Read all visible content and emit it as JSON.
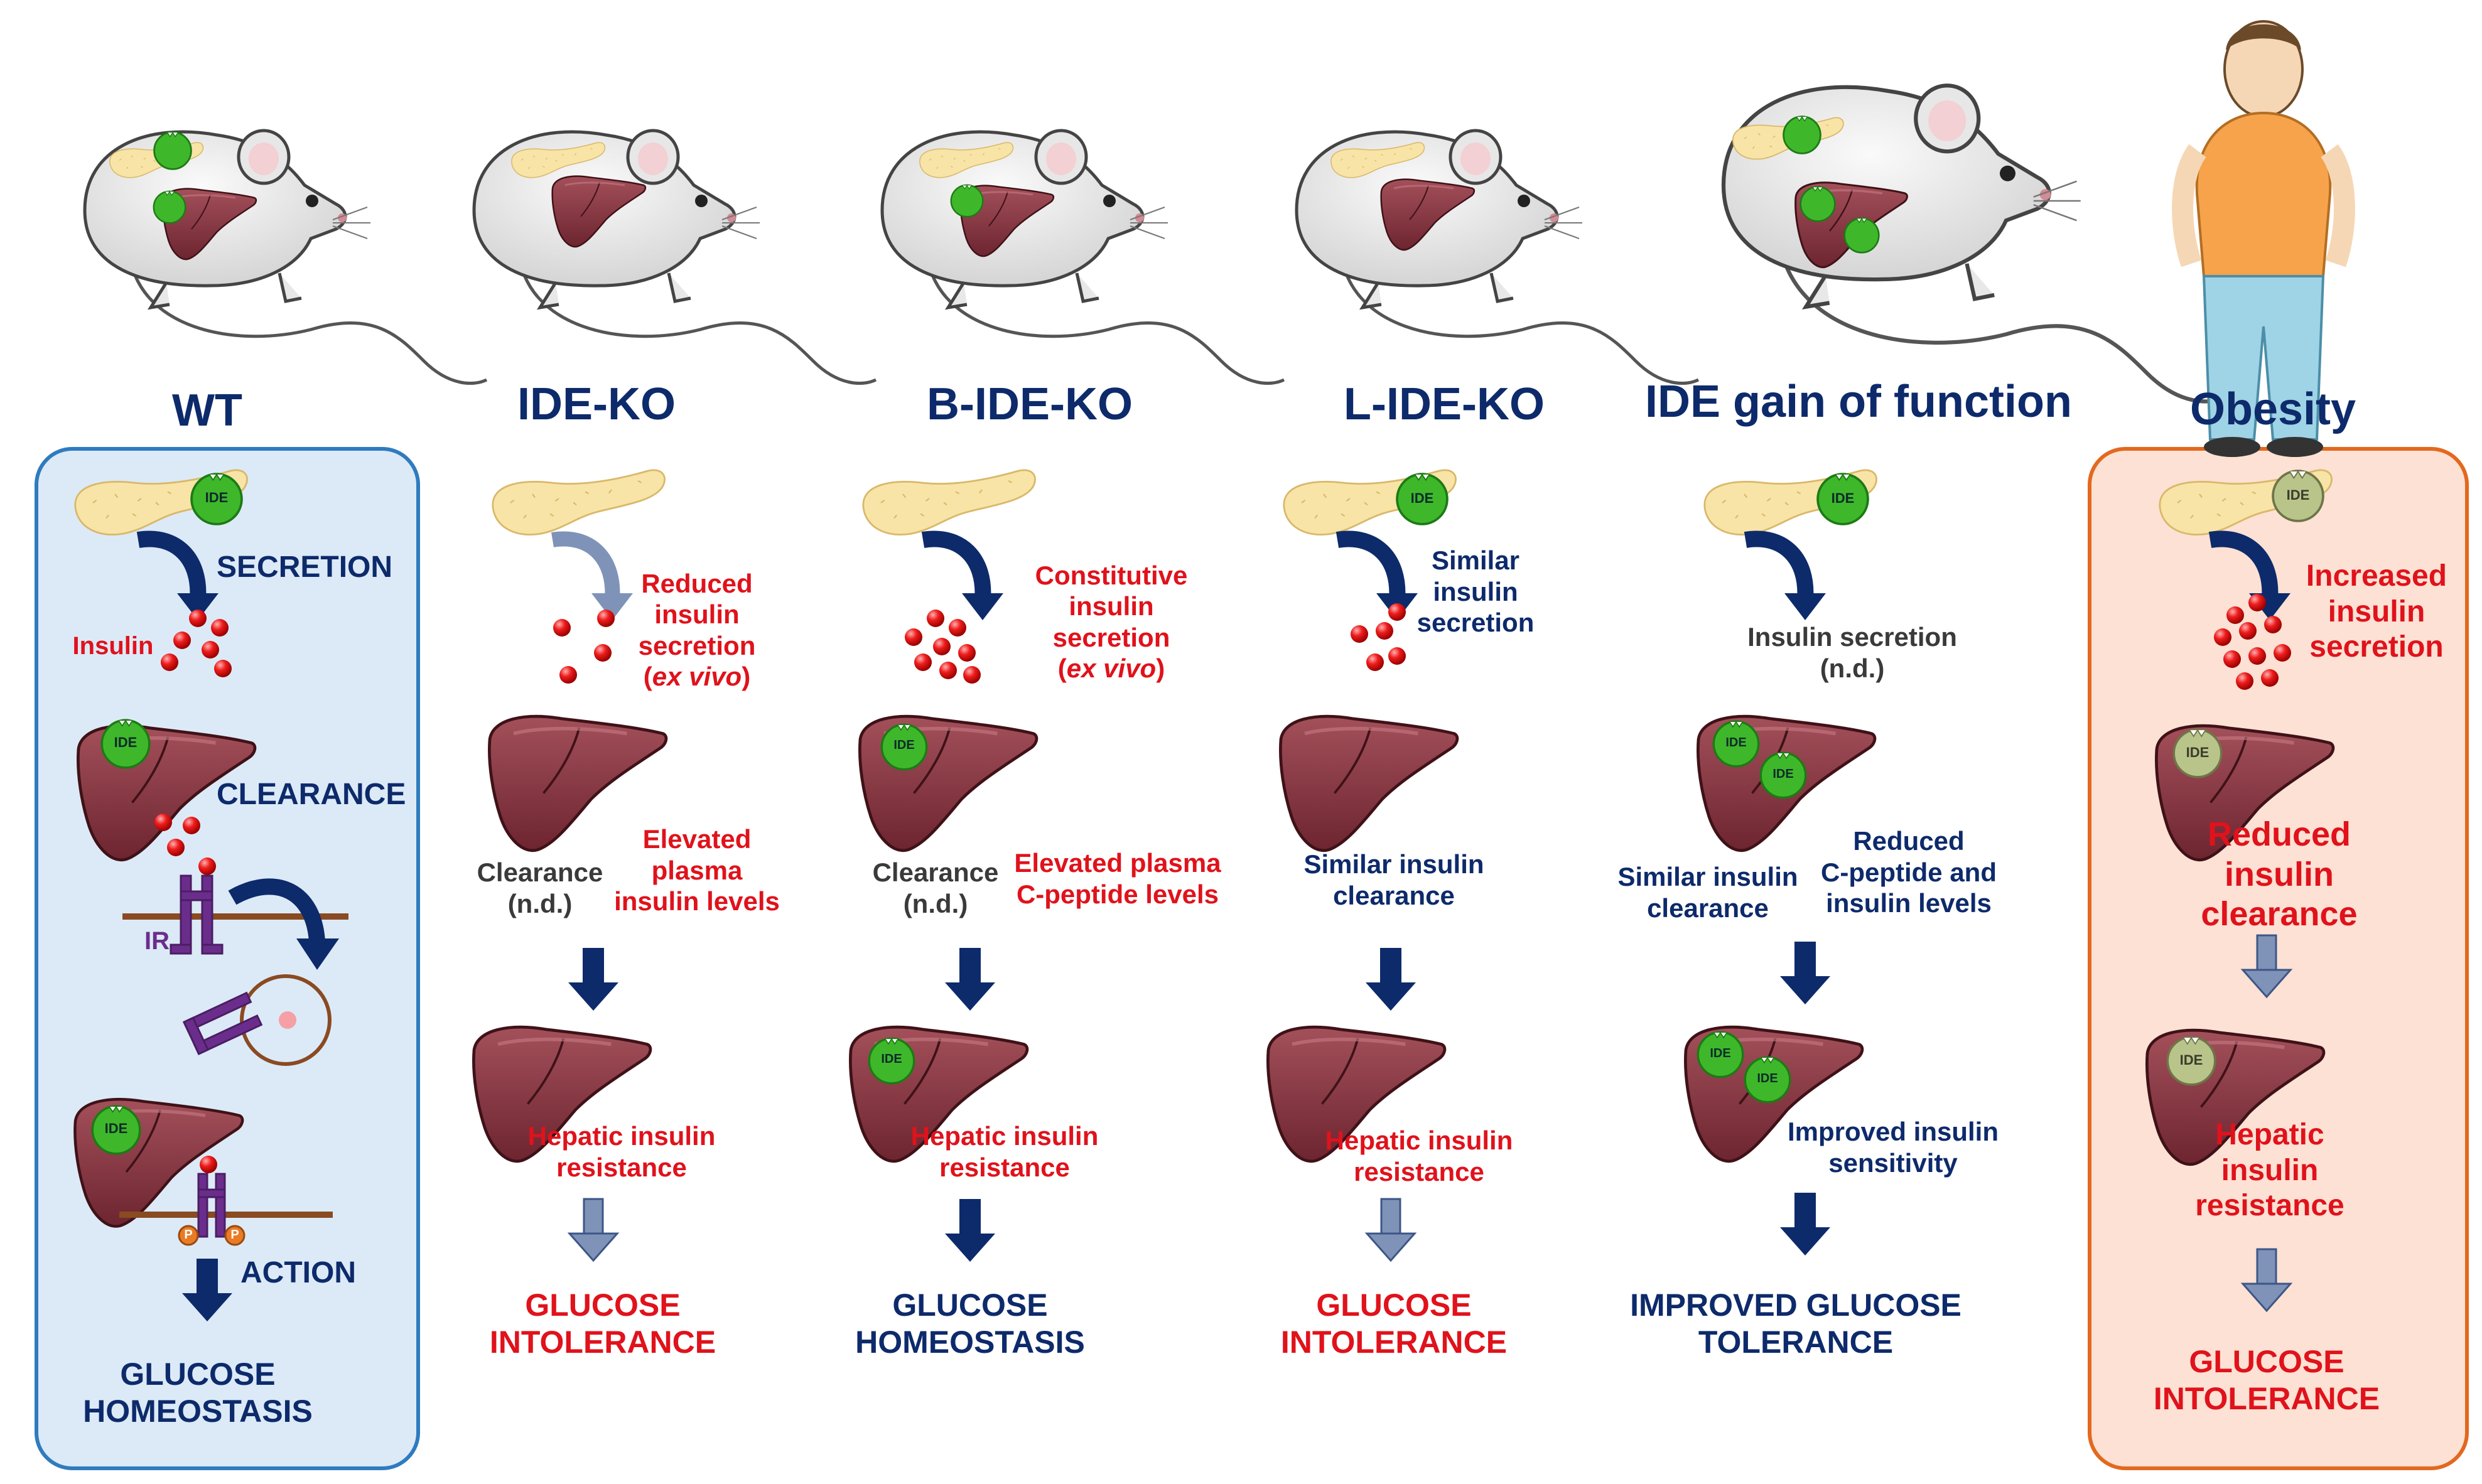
{
  "columns": [
    {
      "title": "WT"
    },
    {
      "title": "IDE-KO"
    },
    {
      "title": "B-IDE-KO"
    },
    {
      "title": "L-IDE-KO"
    },
    {
      "title": "IDE gain of function"
    },
    {
      "title": "Obesity"
    }
  ],
  "ide_label": "IDE",
  "wt": {
    "secretion": "SECRETION",
    "insulin": "Insulin",
    "clearance": "CLEARANCE",
    "ir": "IR",
    "p": "P",
    "action": "ACTION",
    "outcome": "GLUCOSE\nHOMEOSTASIS"
  },
  "ide_ko": {
    "secretion_a": "Reduced\ninsulin\nsecretion",
    "secretion_b": "ex vivo",
    "clearance_grey": "Clearance\n(n.d.)",
    "clearance_red": "Elevated\nplasma\ninsulin levels",
    "hepatic": "Hepatic insulin\nresistance",
    "outcome": "GLUCOSE\nINTOLERANCE"
  },
  "b_ide_ko": {
    "secretion_a": "Constitutive\ninsulin\nsecretion",
    "secretion_b": "ex vivo",
    "clearance_grey": "Clearance\n(n.d.)",
    "clearance_red": "Elevated plasma\nC-peptide levels",
    "hepatic": "Hepatic insulin\nresistance",
    "outcome": "GLUCOSE\nHOMEOSTASIS"
  },
  "l_ide_ko": {
    "secretion": "Similar\ninsulin\nsecretion",
    "clearance": "Similar insulin\nclearance",
    "hepatic": "Hepatic insulin\nresistance",
    "outcome": "GLUCOSE\nINTOLERANCE"
  },
  "gof": {
    "secretion": "Insulin secretion\n(n.d.)",
    "clearance_a": "Similar insulin\nclearance",
    "clearance_b": "Reduced\nC-peptide and\ninsulin levels",
    "sensitivity": "Improved insulin\nsensitivity",
    "outcome": "IMPROVED GLUCOSE\nTOLERANCE"
  },
  "obesity": {
    "secretion": "Increased\ninsulin\nsecretion",
    "clearance": "Reduced\ninsulin\nclearance",
    "hepatic": "Hepatic\ninsulin\nresistance",
    "outcome": "GLUCOSE\nINTOLERANCE"
  },
  "colors": {
    "navy": "#0d2a6b",
    "red": "#e0121b",
    "wt_panel_fill": "#dceaf7",
    "wt_panel_border": "#2f7bbf",
    "obesity_panel_fill": "#fce1d4",
    "obesity_panel_border": "#e2691f",
    "liver": "#8e3844",
    "pancreas": "#f8e4a6",
    "ide_green": "#3eb82a",
    "ide_impaired": "#b9c48a",
    "receptor": "#6b2d8c",
    "membrane": "#8a4a22"
  }
}
